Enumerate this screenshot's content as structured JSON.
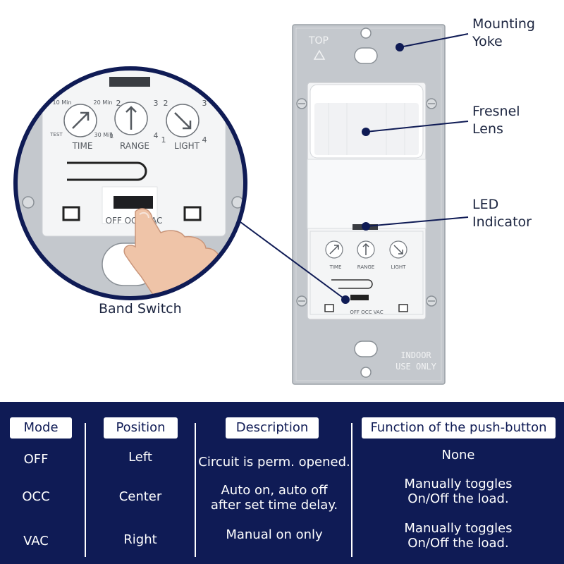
{
  "callouts": {
    "mounting_yoke": "Mounting\nYoke",
    "fresnel_lens": "Fresnel\nLens",
    "led_indicator": "LED\nIndicator",
    "band_switch": "Band Switch"
  },
  "device": {
    "yoke_top_label": "TOP",
    "indoor_label_1": "INDOOR",
    "indoor_label_2": "USE ONLY",
    "dial_time_label": "TIME",
    "dial_range_label": "RANGE",
    "dial_light_label": "LIGHT",
    "time_marks": [
      "10 Min",
      "20 Min",
      "TEST",
      "30 Min"
    ],
    "range_marks": [
      "2",
      "3",
      "1",
      "4"
    ],
    "light_marks": [
      "2",
      "3",
      "1",
      "4"
    ],
    "switch_positions": "OFF OCC VAC"
  },
  "table": {
    "headers": {
      "mode": "Mode",
      "position": "Position",
      "description": "Description",
      "function": "Function of the push-button"
    },
    "rows": [
      {
        "mode": "OFF",
        "position": "Left",
        "description": "Circuit is perm. opened.",
        "function": "None"
      },
      {
        "mode": "OCC",
        "position": "Center",
        "description": "Auto on, auto off\nafter set time delay.",
        "function": "Manually toggles\nOn/Off the load."
      },
      {
        "mode": "VAC",
        "position": "Right",
        "description": "Manual on only",
        "function": "Manually toggles\nOn/Off the load."
      }
    ]
  },
  "colors": {
    "panel_navy": "#0f1b55",
    "yoke_metal": "#c4c8cd",
    "device_white": "#f4f5f6"
  }
}
